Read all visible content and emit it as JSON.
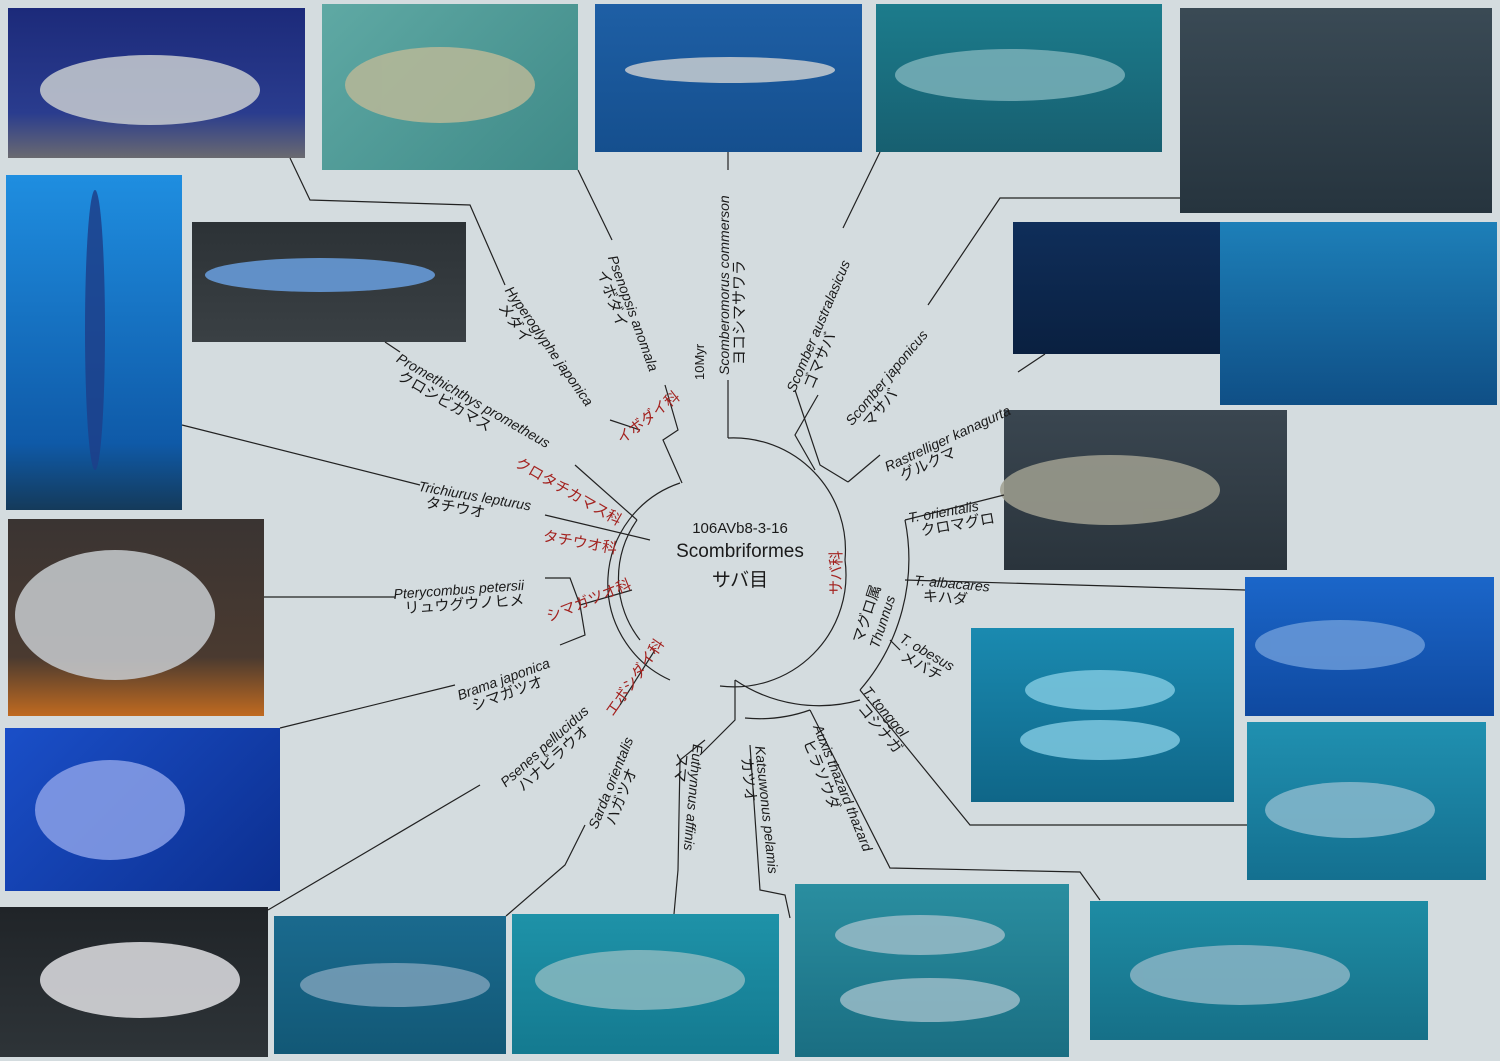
{
  "center": {
    "code": "106AVb8-3-16",
    "order": "Scombriformes",
    "order_jp": "サバ目"
  },
  "scale_bar": "10Myr",
  "families": {
    "ibodai": "イボダイ科",
    "kurotachikamasu": "クロタチカマス科",
    "tachiuo": "タチウオ科",
    "shimagatsuo": "シマガツオ科",
    "eboshidai": "エボシダイ科",
    "saba": "サバ科",
    "thunnus_jp": "マグロ属",
    "thunnus": "Thunnus"
  },
  "species": [
    {
      "sci": "Hyperoglyphe japonica",
      "jp": "メダイ"
    },
    {
      "sci": "Psenopsis anomala",
      "jp": "イボダイ"
    },
    {
      "sci": "Scomberomorus commerson",
      "jp": "ヨコシマサワラ"
    },
    {
      "sci": "Scomber australasicus",
      "jp": "ゴマサバ"
    },
    {
      "sci": "Scomber japonicus",
      "jp": "マサバ"
    },
    {
      "sci": "Rastrelliger kanagurta",
      "jp": "グルクマ"
    },
    {
      "sci": "T. orientalis",
      "jp": "クロマグロ"
    },
    {
      "sci": "T. albacares",
      "jp": "キハダ"
    },
    {
      "sci": "T. obesus",
      "jp": "メバチ"
    },
    {
      "sci": "T. tonggol",
      "jp": "コシナガ"
    },
    {
      "sci": "Auxis thazard thazard",
      "jp": "ヒラソウダ"
    },
    {
      "sci": "Katsuwonus pelamis",
      "jp": "カツオ"
    },
    {
      "sci": "Euthynnus affinis",
      "jp": "スマ"
    },
    {
      "sci": "Sarda orientalis",
      "jp": "ハガツオ"
    },
    {
      "sci": "Psenes pellucidus",
      "jp": "ハナビラウオ"
    },
    {
      "sci": "Brama japonica",
      "jp": "シマガツオ"
    },
    {
      "sci": "Pterycombus petersii",
      "jp": "リュウグウノヒメ"
    },
    {
      "sci": "Trichiurus lepturus",
      "jp": "タチウオ"
    },
    {
      "sci": "Promethichthys prometheus",
      "jp": "クロシビカマス"
    }
  ],
  "colors": {
    "background": "#d4dcdf",
    "family_label": "#a3221f",
    "branch": "#222222"
  }
}
